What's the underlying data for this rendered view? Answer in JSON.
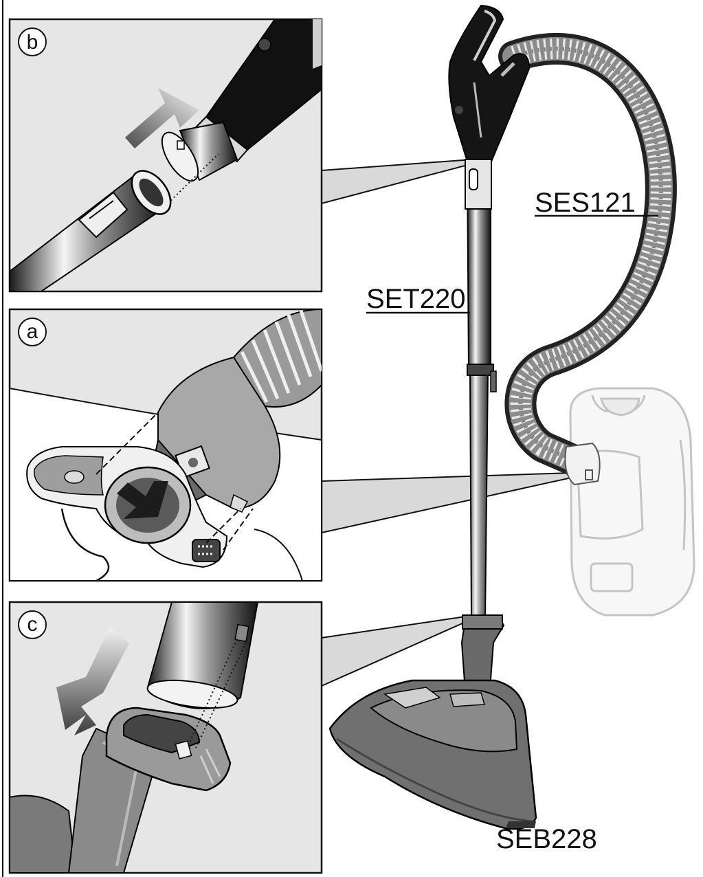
{
  "panels": {
    "b": {
      "badge": "b"
    },
    "a": {
      "badge": "a"
    },
    "c": {
      "badge": "c"
    }
  },
  "labels": {
    "hose": "SES121",
    "tube": "SET220",
    "floorhead": "SEB228"
  },
  "colors": {
    "panel_bg": "#e6e6e6",
    "ink": "#111111",
    "metal_dark": "#222222",
    "metal_light": "#f4f4f4",
    "floorhead": "#6e6e6e",
    "ghost_vacuum": "#c8c8c8",
    "callout": "#dcdcdc"
  }
}
